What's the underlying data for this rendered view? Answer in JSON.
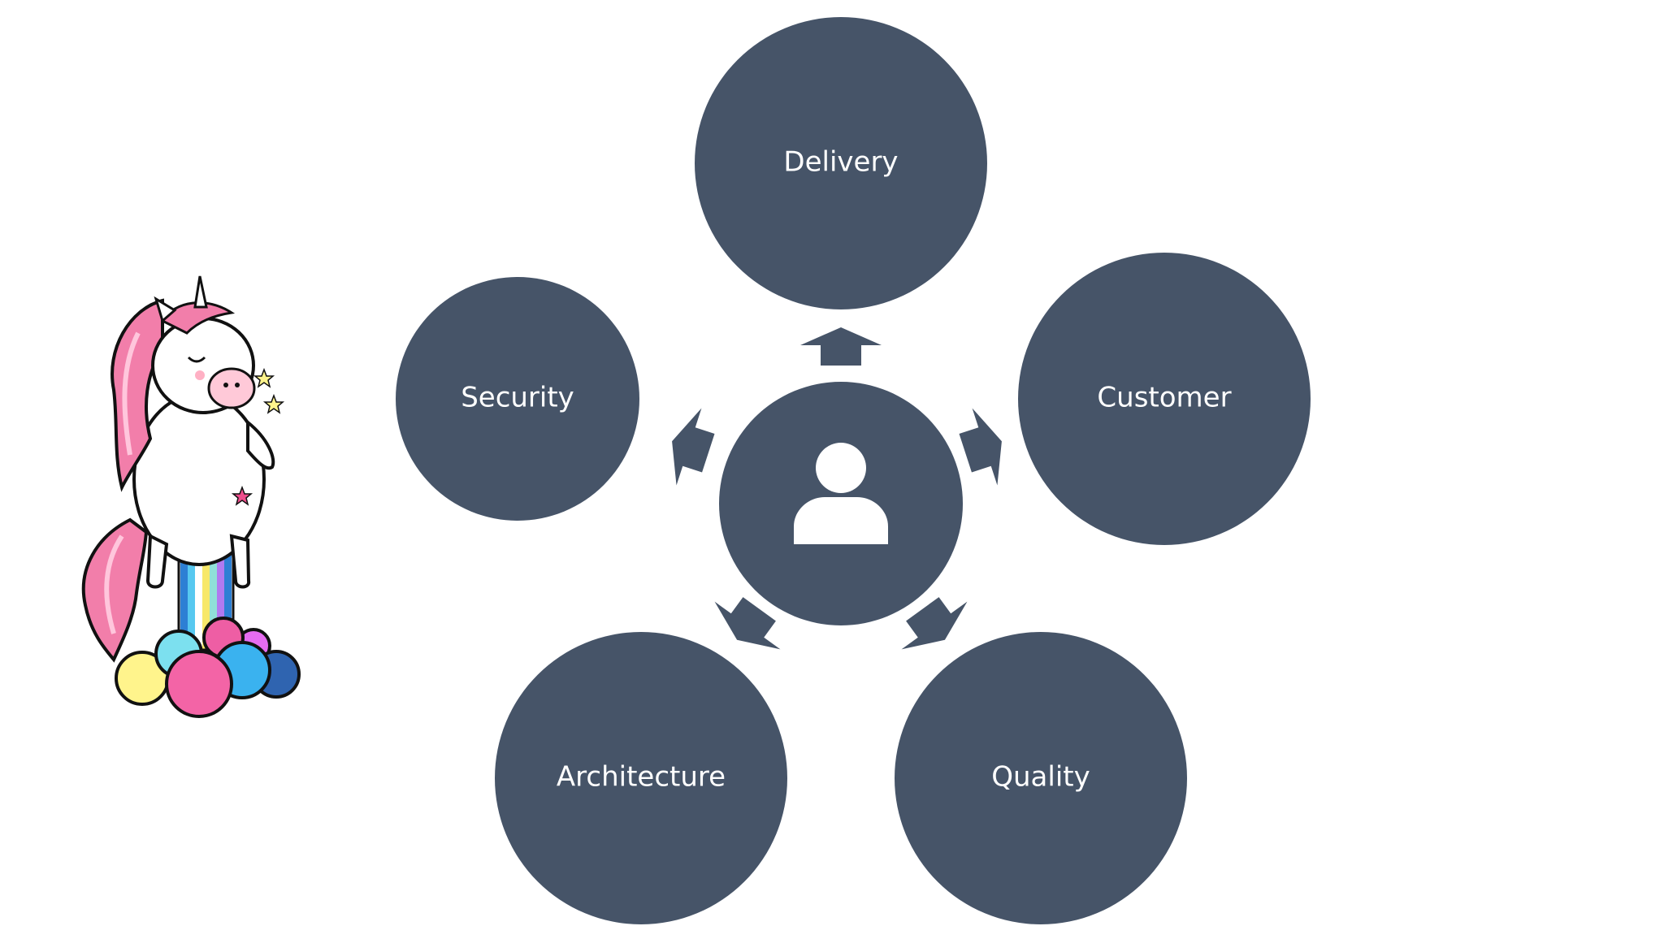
{
  "diagram": {
    "center": {
      "icon": "person-icon"
    },
    "nodes": [
      {
        "id": "delivery",
        "label": "Delivery"
      },
      {
        "id": "customer",
        "label": "Customer"
      },
      {
        "id": "quality",
        "label": "Quality"
      },
      {
        "id": "architecture",
        "label": "Architecture"
      },
      {
        "id": "security",
        "label": "Security"
      }
    ],
    "colors": {
      "node_fill": "#465468",
      "label_text": "#ffffff",
      "background": "#ffffff"
    }
  },
  "illustration": {
    "icon": "unicorn-rainbow-icon"
  }
}
